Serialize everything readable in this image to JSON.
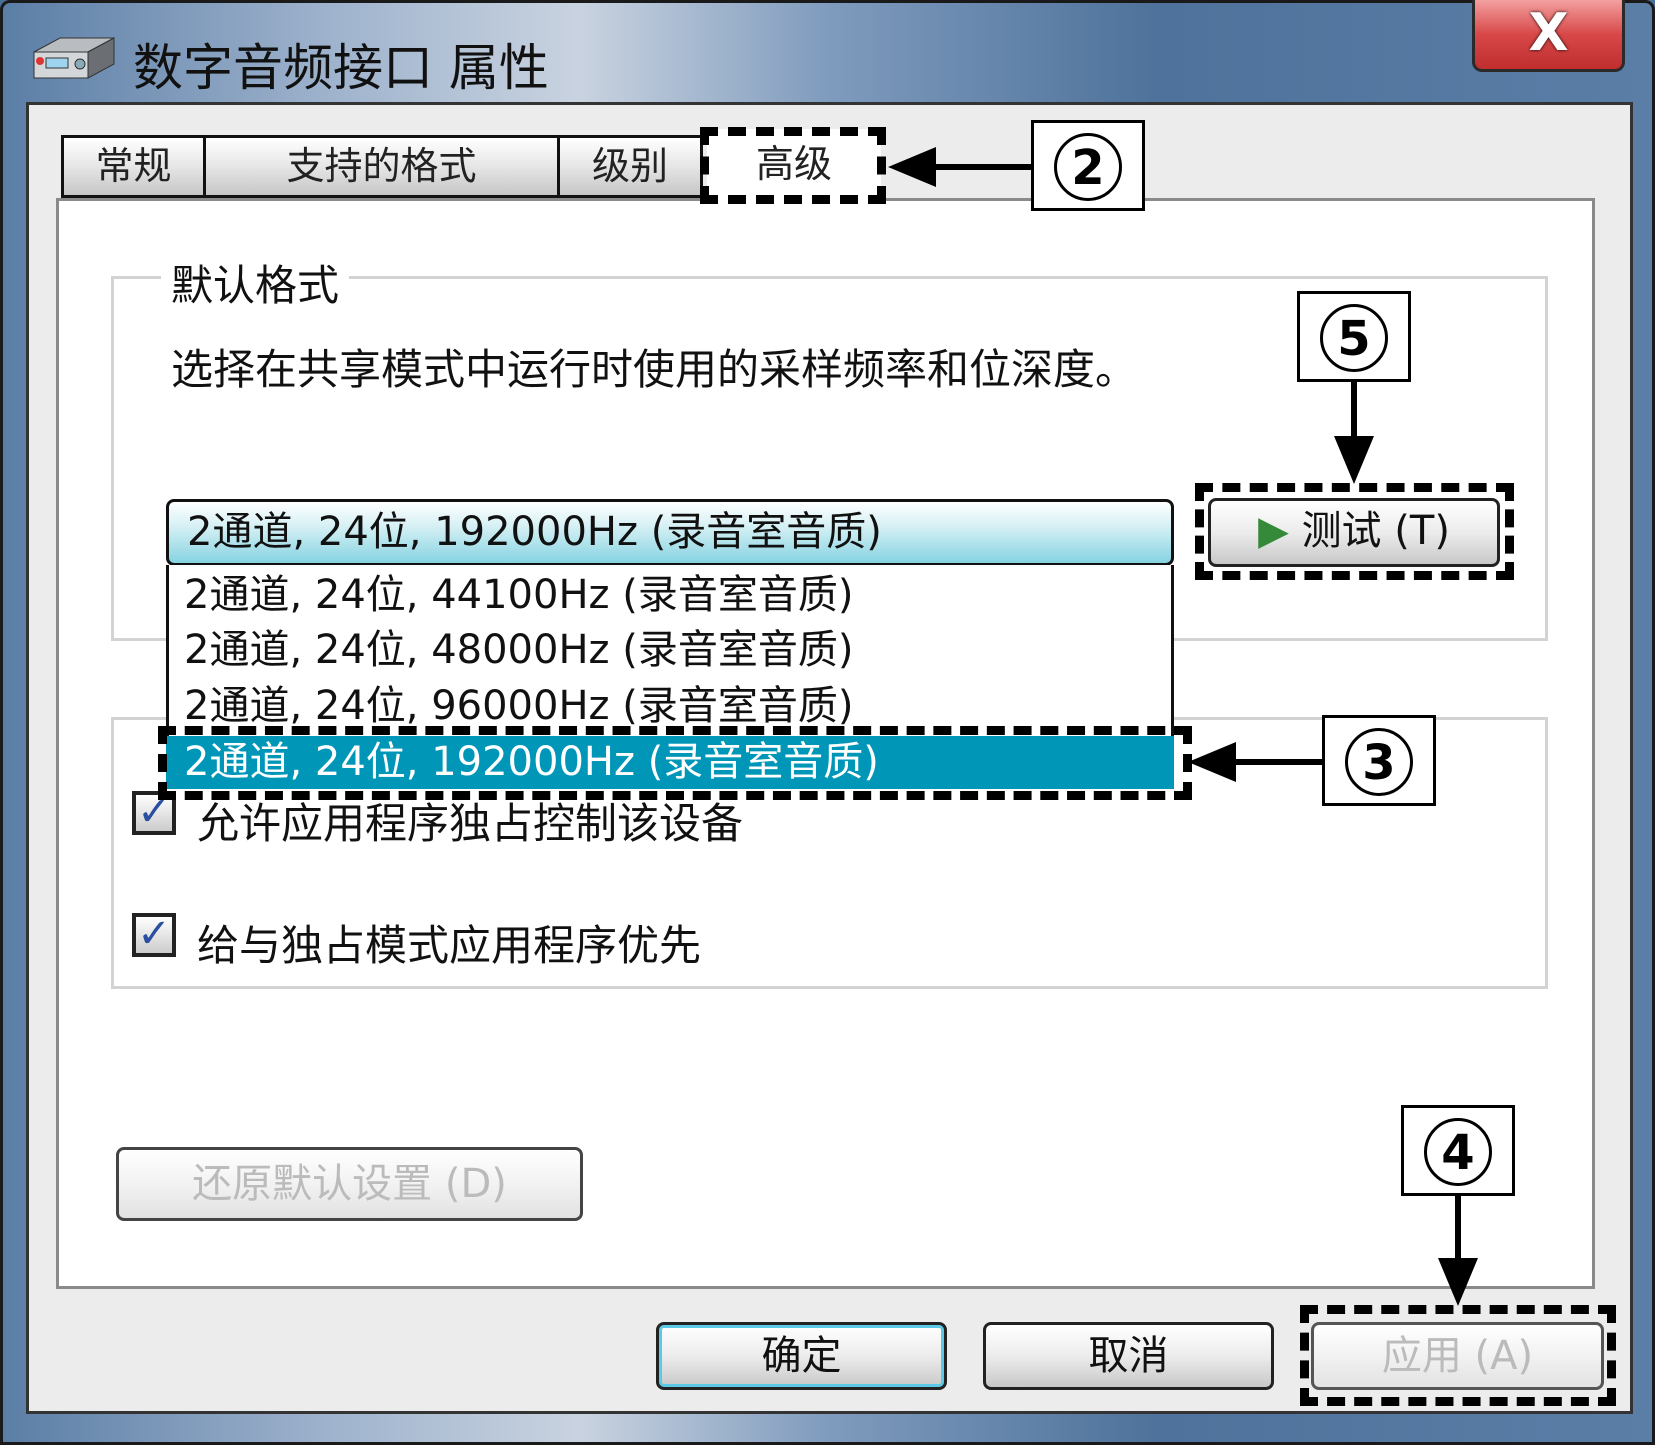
{
  "window": {
    "title": "数字音频接口 属性",
    "close_label": "X"
  },
  "tabs": [
    {
      "label": "常规"
    },
    {
      "label": "支持的格式"
    },
    {
      "label": "级别"
    },
    {
      "label": "高级"
    }
  ],
  "default_format": {
    "group_label": "默认格式",
    "description": "选择在共享模式中运行时使用的采样频率和位深度。",
    "selected": "2通道, 24位, 192000Hz (录音室音质)",
    "options": [
      "2通道, 24位, 44100Hz (录音室音质)",
      "2通道, 24位, 48000Hz (录音室音质)",
      "2通道, 24位, 96000Hz (录音室音质)",
      "2通道, 24位, 192000Hz (录音室音质)"
    ],
    "test_label": "测试 (T)"
  },
  "exclusive": {
    "allow_label": "允许应用程序独占控制该设备",
    "allow_checked": true,
    "priority_label": "给与独占模式应用程序优先",
    "priority_checked": true,
    "check_mark": "✓"
  },
  "buttons": {
    "restore": "还原默认设置 (D)",
    "ok": "确定",
    "cancel": "取消",
    "apply": "应用 (A)"
  },
  "callouts": {
    "tab": "2",
    "option": "3",
    "apply": "4",
    "test": "5"
  },
  "colors": {
    "highlight": "#0096b8",
    "play": "#358a3a"
  }
}
